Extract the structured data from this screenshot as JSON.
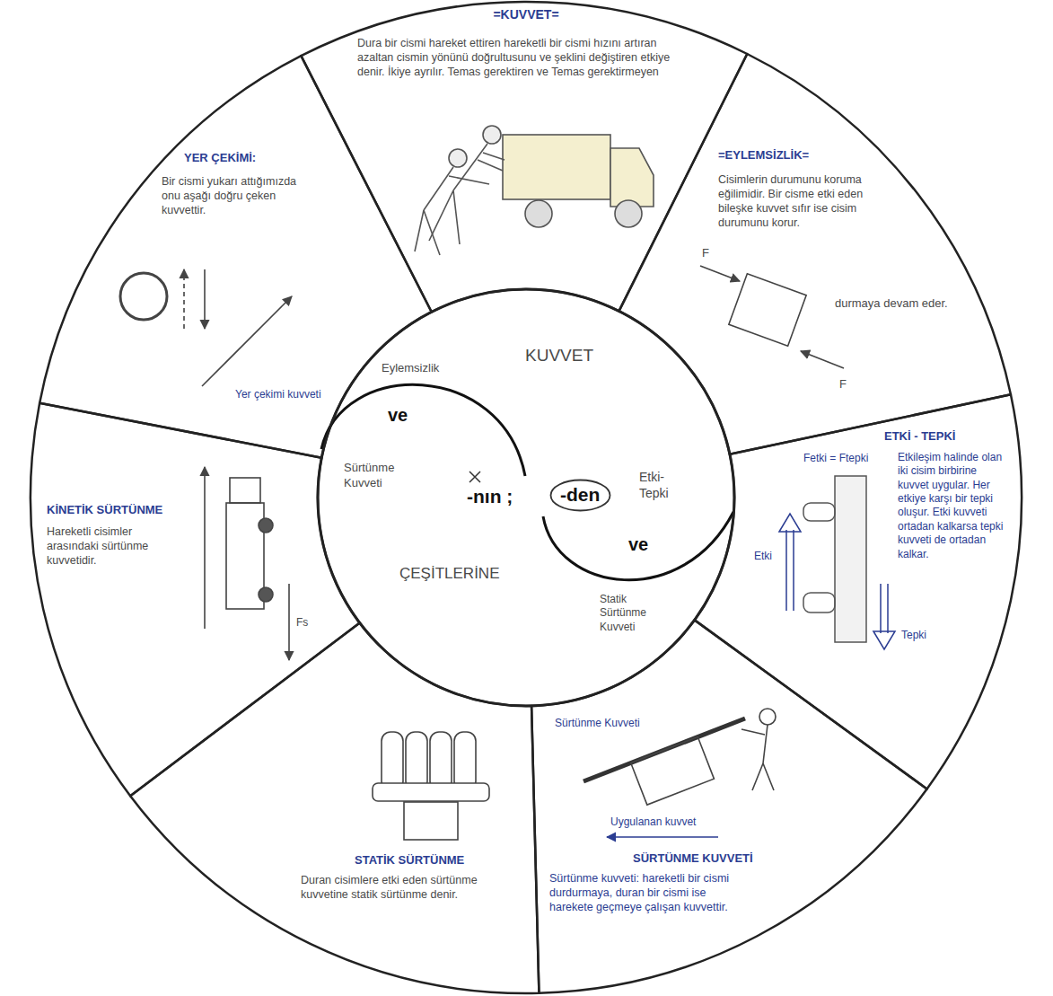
{
  "diagram": {
    "nodes": [
      {
        "text": [
          "KUVVET",
          "Eylemsizlik",
          "ve",
          "Sürtünme Kuvveti",
          "-nın ;",
          "Etki- Tepki",
          "ve",
          "ÇEŞİTLERİNE",
          "Statik Sürtünme Kuvveti"
        ]
      },
      {
        "text": [
          "-den"
        ],
        "in": 0
      },
      {
        "text": [
          "=KUVVET=",
          "Dura bir cismi hareket ettiren hareketli bir cismi hızını artıran azaltan cismin yönünü doğrultusunu ve şeklini değiştiren etkiye denir. İkiye ayrılır. Temas gerektiren ve Temas gerektirmeyen"
        ]
      },
      {
        "text": [
          "=EYLEMSİZLİK=",
          "Cisimlerin durumunu koruma eğilimidir. Bir cisme etki eden bileşke kuvvet sıfır ise cisim durumunu korur.",
          "durmaya devam eder.",
          "F",
          "F"
        ]
      },
      {
        "text": [
          "ETKİ - TEPKİ",
          "Etkileşim halinde olan iki cisim birbirine kuvvet uygular. Her etkiye karşı bir tepki oluşur. Etki kuvveti ortadan kalkarsa tepki kuvveti de ortadan kalkar.",
          "Fetki = Ftepki",
          "Etki",
          "Tepki"
        ]
      },
      {
        "text": [
          "SÜRTÜNME KUVVETİ",
          "Sürtünme kuvveti: hareketli bir cismi durdurmaya, duran bir cismi ise harekete geçmeye çalışan kuvvettir.",
          "Sürtünme Kuvveti",
          "Uygulanan kuvvet"
        ]
      },
      {
        "text": [
          "STATİK SÜRTÜNME",
          "Duran cisimlere etki eden sürtünme kuvvetine statik sürtünme denir."
        ]
      },
      {
        "text": [
          "KİNETİK SÜRTÜNME",
          "Hareketli cisimler arasındaki sürtünme kuvvetidir.",
          "Fs"
        ]
      },
      {
        "text": [
          "YER ÇEKİMİ:",
          "Bir cismi yukarı attığımızda onu aşağı doğru çeken kuvvettir.",
          "Yer çekimi kuvveti"
        ]
      }
    ]
  }
}
